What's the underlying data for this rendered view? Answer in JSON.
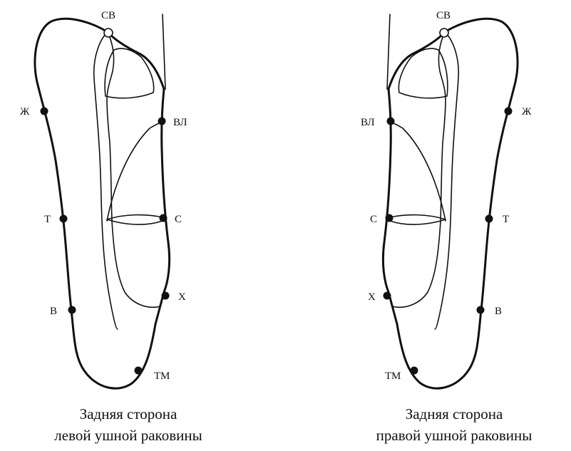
{
  "left_ear": {
    "caption_line1": "Задняя сторона",
    "caption_line2": "левой ушной раковины",
    "points": {
      "sv": "СВ",
      "zh": "Ж",
      "vl": "ВЛ",
      "t": "Т",
      "s": "С",
      "h": "Х",
      "v": "В",
      "tm": "ТМ"
    }
  },
  "right_ear": {
    "caption_line1": "Задняя сторона",
    "caption_line2": "правой ушной раковины",
    "points": {
      "sv": "СВ",
      "zh": "Ж",
      "vl": "ВЛ",
      "t": "Т",
      "s": "С",
      "h": "Х",
      "v": "В",
      "tm": "ТМ"
    }
  }
}
